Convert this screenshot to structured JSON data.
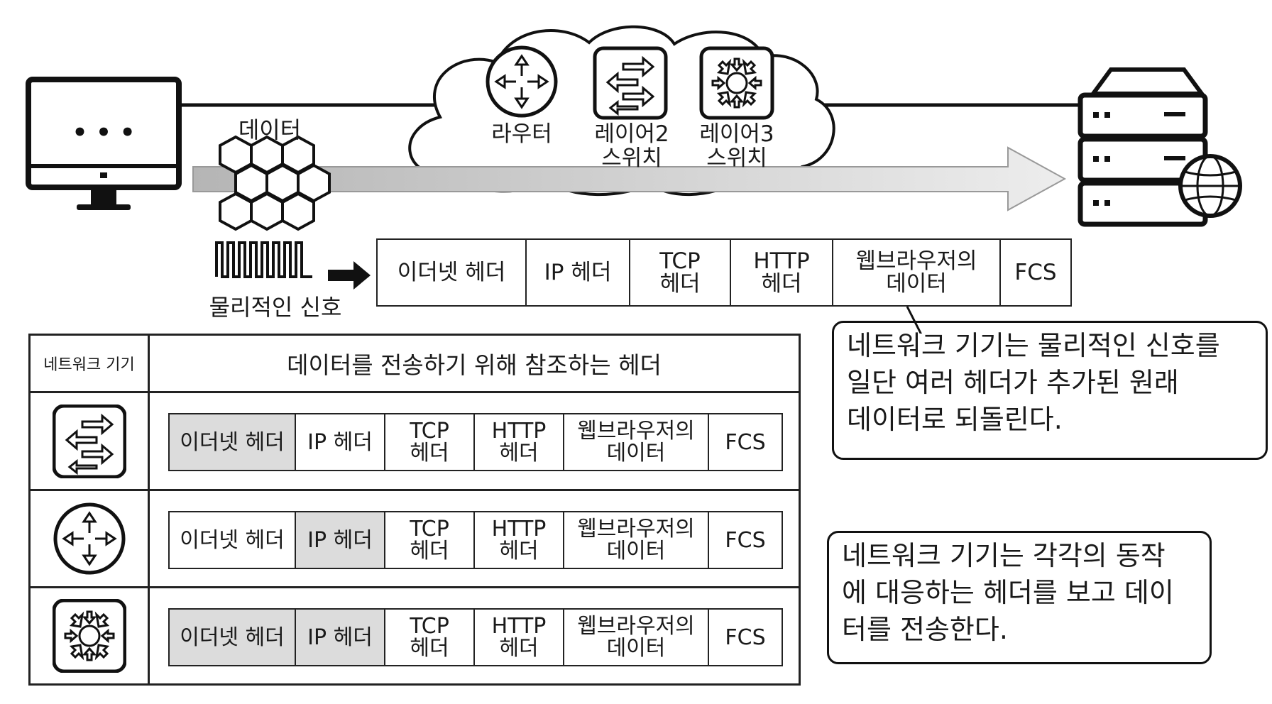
{
  "top": {
    "data_label": "데이터",
    "signal_label": "물리적인 신호",
    "monitor_dots": "• • •",
    "devices": [
      {
        "name": "router",
        "label": "라우터"
      },
      {
        "name": "l2",
        "label": "레이어2\n스위치"
      },
      {
        "name": "l3",
        "label": "레이어3\n스위치"
      }
    ]
  },
  "packet": [
    "이더넷 헤더",
    "IP 헤더",
    "TCP\n헤더",
    "HTTP\n헤더",
    "웹브라우저의\n데이터",
    "FCS"
  ],
  "callouts": {
    "first": "네트워크 기기는 물리적인 신호를\n일단 여러 헤더가 추가된 원래\n데이터로 되돌린다.",
    "second": "네트워크 기기는 각각의 동작\n에 대응하는 헤더를 보고 데이\n터를 전송한다."
  },
  "table": {
    "col_device": "네트워크 기기",
    "col_header": "데이터를 전송하기 위해 참조하는 헤더",
    "rows": [
      {
        "device": "레이어2 스위치",
        "highlight": "이더넷 헤더"
      },
      {
        "device": "라우터",
        "highlight": "IP 헤더"
      },
      {
        "device": "레이어3 스위치",
        "highlight": "IP 헤더"
      }
    ]
  }
}
